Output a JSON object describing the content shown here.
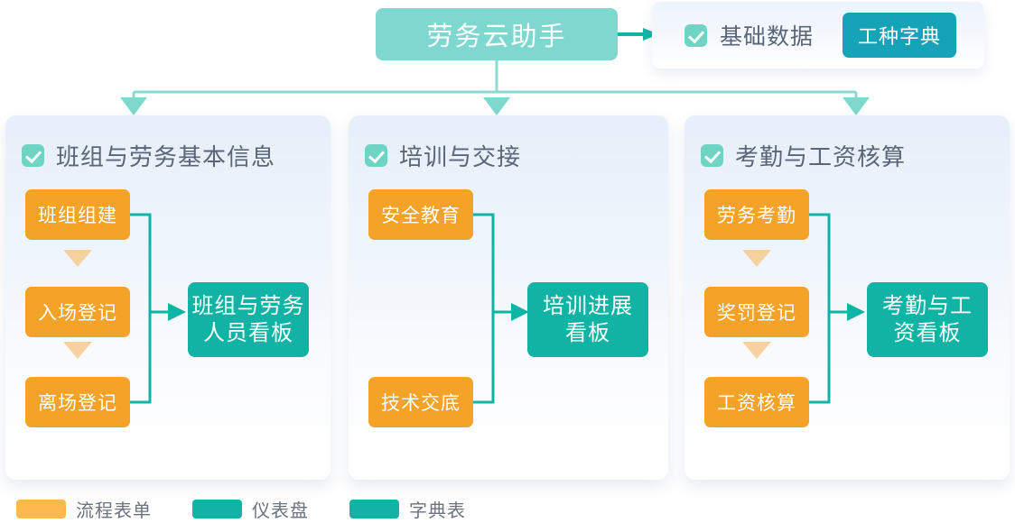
{
  "header": {
    "title": "劳务云助手",
    "arrow_icon": "arrow-right-icon",
    "basic_panel": {
      "checkbox_icon": "checkbox-checked-icon",
      "label": "基础数据",
      "dict_button": "工种字典"
    }
  },
  "colors": {
    "title_box": "#7FD8CF",
    "flow_form": "#F5A229",
    "flow_form_legend": "#FDB94E",
    "dashboard": "#11B3A4",
    "dictionary": "#16A3B8",
    "connector_mint": "#8ADBD0",
    "connector_teal": "#11B3A4",
    "card_bg_top": "#E6EFFA",
    "checkbox": "#6FD4C4",
    "text_gray": "#5A6577"
  },
  "cards": [
    {
      "checkbox_icon": "checkbox-checked-icon",
      "title": "班组与劳务基本信息",
      "flow_boxes": [
        "班组组建",
        "入场登记",
        "离场登记"
      ],
      "dashboard": "班组与劳务\n人员看板",
      "dashboard_line1": "班组与劳务",
      "dashboard_line2": "人员看板"
    },
    {
      "checkbox_icon": "checkbox-checked-icon",
      "title": "培训与交接",
      "flow_boxes": [
        "安全教育",
        "技术交底"
      ],
      "dashboard_line1": "培训进展",
      "dashboard_line2": "看板"
    },
    {
      "checkbox_icon": "checkbox-checked-icon",
      "title": "考勤与工资核算",
      "flow_boxes": [
        "劳务考勤",
        "奖罚登记",
        "工资核算"
      ],
      "dashboard_line1": "考勤与工",
      "dashboard_line2": "资看板"
    }
  ],
  "legend": [
    {
      "swatch_color": "#FDB94E",
      "label": "流程表单"
    },
    {
      "swatch_color": "#11B3A4",
      "label": "仪表盘"
    },
    {
      "swatch_color": "#11B3A4",
      "label": "字典表"
    }
  ]
}
